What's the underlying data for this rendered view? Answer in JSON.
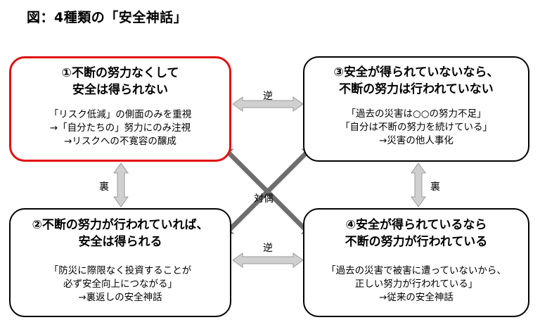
{
  "title": "図：4種類の「安全神話」",
  "boxes": {
    "box1": {
      "heading": [
        "①不断の努力なくして",
        "安全は得られない"
      ],
      "body": [
        "「リスク低減」の側面のみを重視",
        "→「自分たちの」努力にのみ注視",
        "→リスクへの不寛容の醸成"
      ]
    },
    "box2": {
      "heading": [
        "②不断の努力が行われていれば、",
        "安全は得られる"
      ],
      "body": [
        "「防災に際限なく投資することが",
        "必ず安全向上につながる」",
        "→裏返しの安全神話"
      ]
    },
    "box3": {
      "heading": [
        "③安全が得られていないなら、",
        "不断の努力は行われていない"
      ],
      "body": [
        "「過去の災害は○○の努力不足」",
        "「自分は不断の努力を続けている」",
        "→災害の他人事化"
      ]
    },
    "box4": {
      "heading": [
        "④安全が得られているなら",
        "不断の努力が行われている"
      ],
      "body": [
        "「過去の災害で被害に遭っていないから、",
        "正しい努力が行われている」",
        "→従来の安全神話"
      ]
    }
  },
  "relations": {
    "top": "逆",
    "bottom": "逆",
    "left": "裏",
    "right": "裏",
    "diagonal": "対偶"
  },
  "colors": {
    "highlight_border": "#e01010",
    "arrow_fill": "#d0d0d0",
    "arrow_stroke": "#9a9a9a",
    "cross_fill": "#6e6e6e"
  }
}
